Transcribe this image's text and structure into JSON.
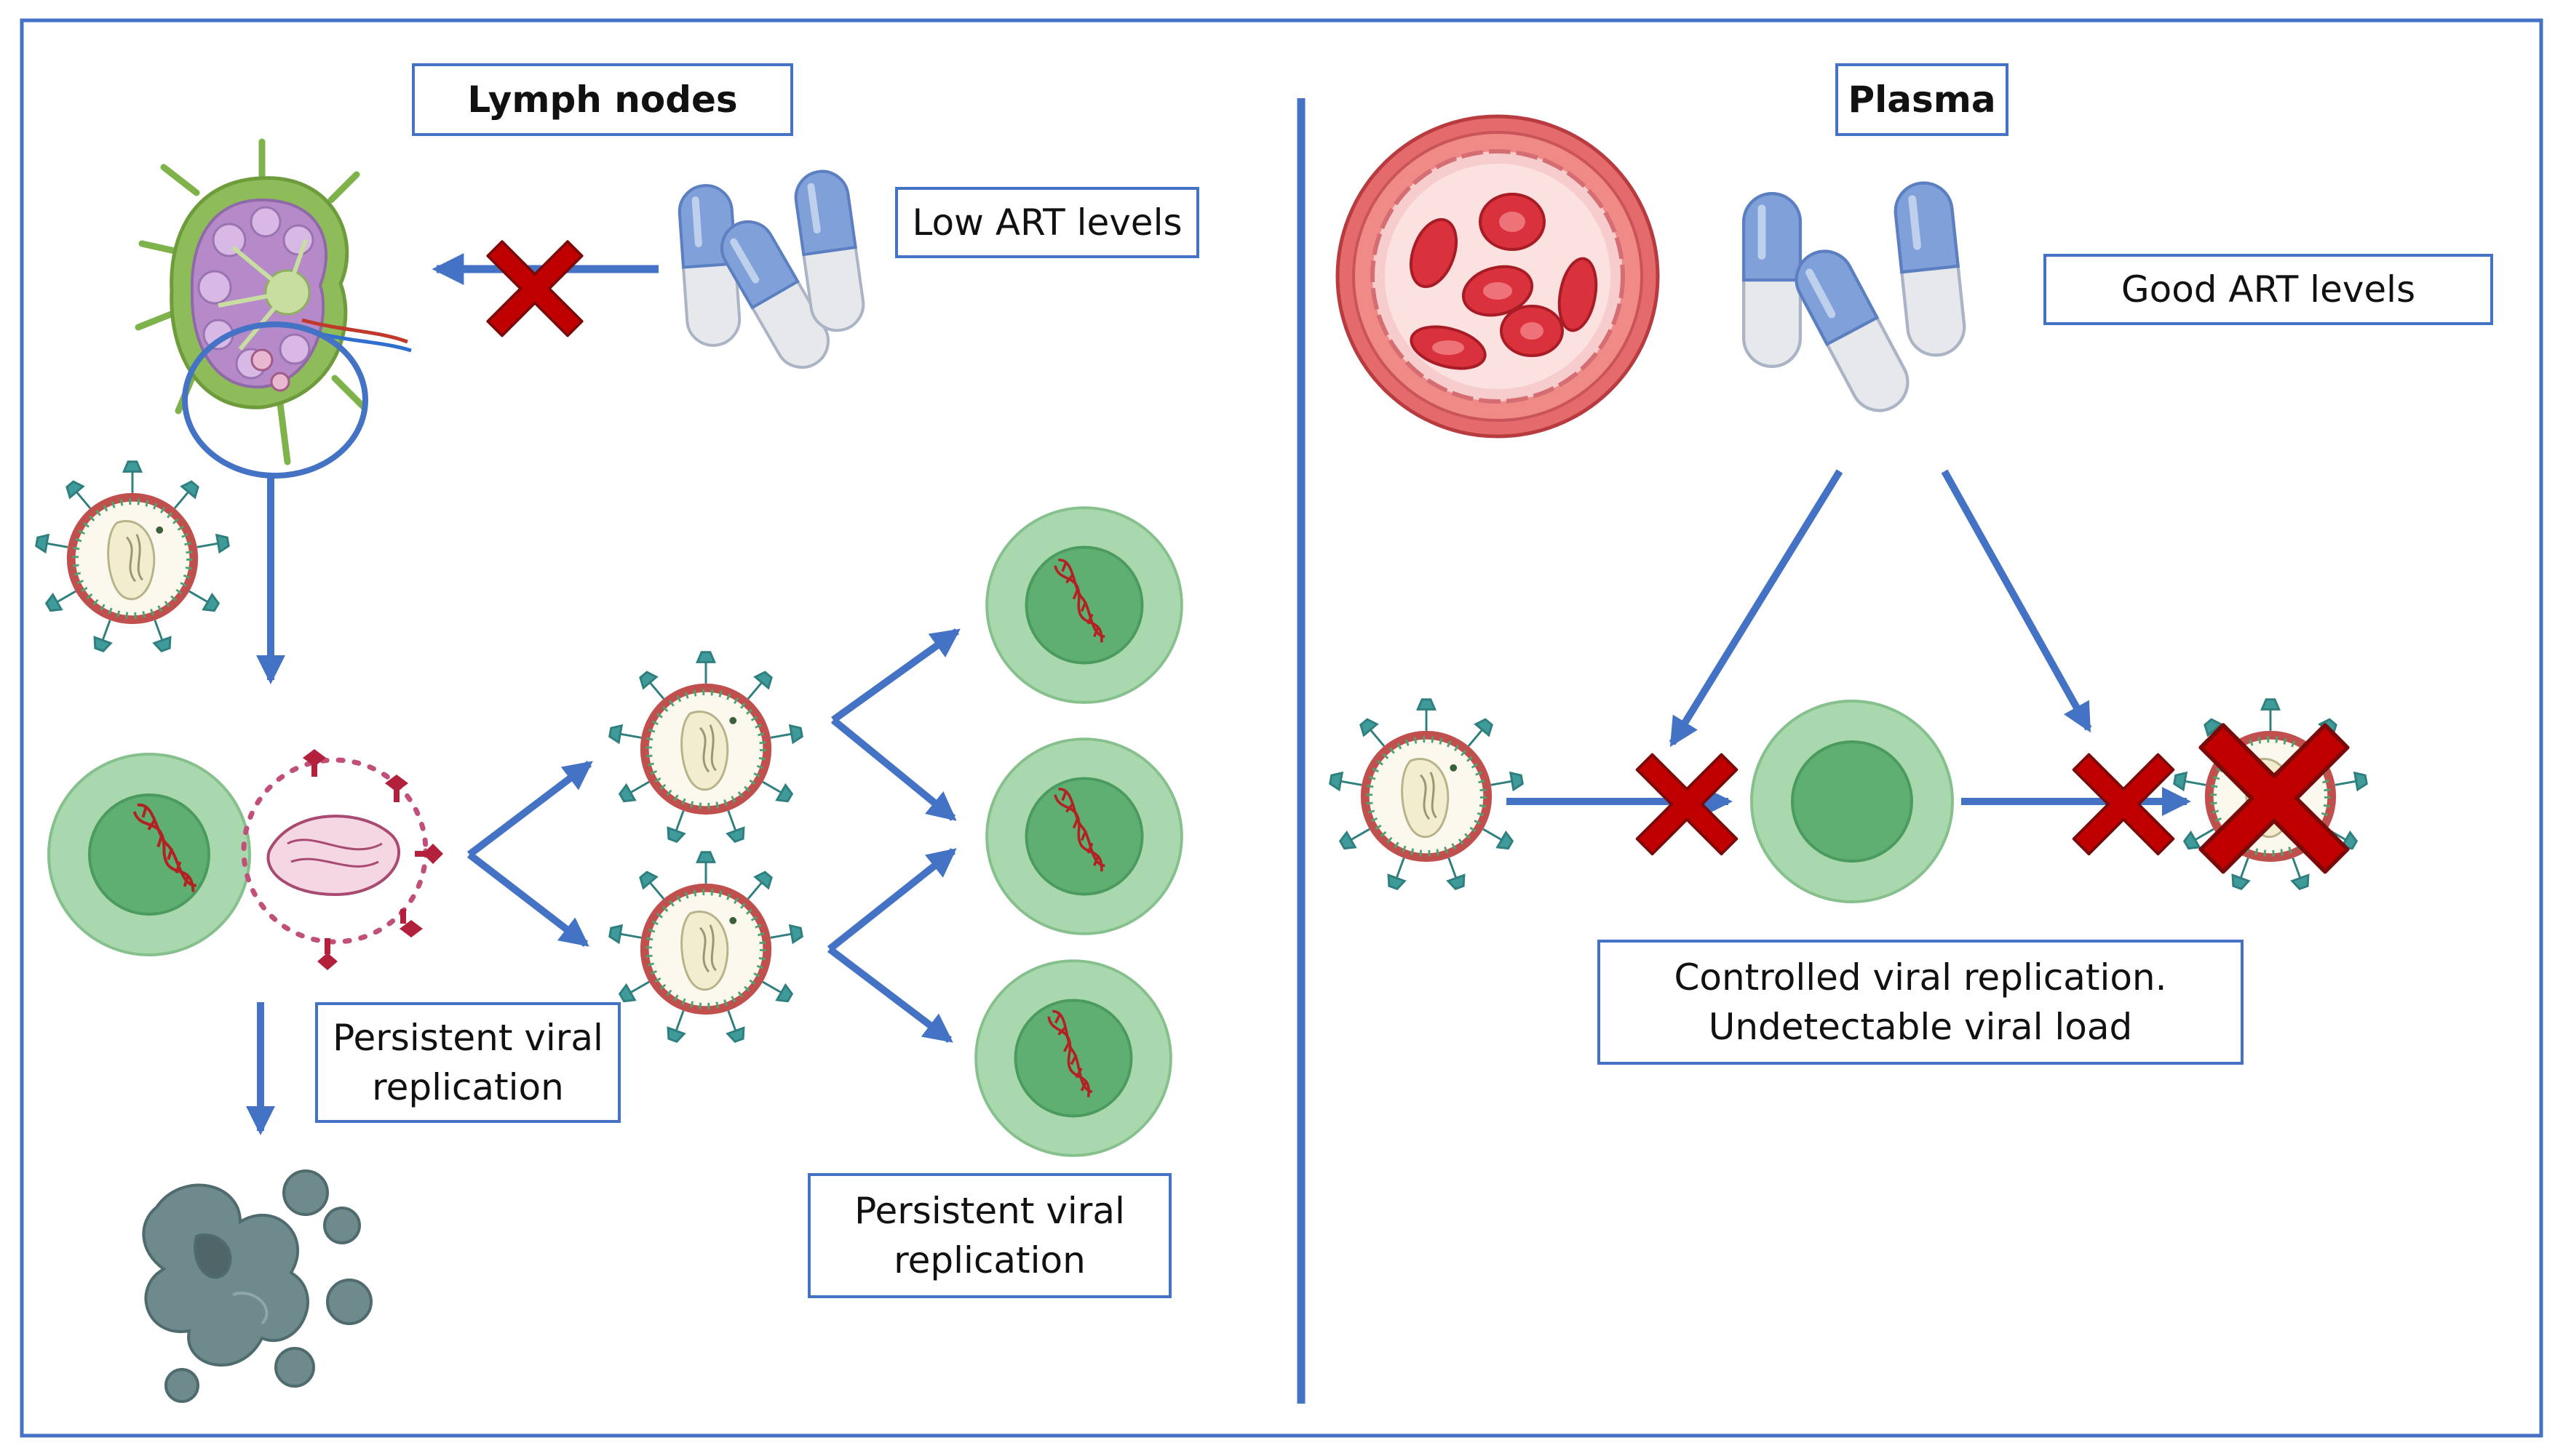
{
  "left_panel": {
    "title": "Lymph nodes",
    "drug_label": "Low ART levels",
    "replication_label_1": "Persistent viral\nreplication",
    "replication_label_2": "Persistent viral\nreplication"
  },
  "right_panel": {
    "title": "Plasma",
    "drug_label": "Good ART levels",
    "outcome_label": "Controlled viral replication.\nUndetectable viral load"
  },
  "colors": {
    "frame": "#4472c4",
    "arrow": "#4472c4",
    "block_cross": "#c00000",
    "cell_outer": "#a9d8ae",
    "cell_nucleus": "#5fae72",
    "virus_envelope": "#c0504d",
    "dna": "#b22222",
    "lymph_node": "#8fbc5a",
    "red_blood_cell": "#d9323c",
    "pill_blue": "#7fa0d8",
    "pill_white": "#e6e8ec",
    "dead_cell": "#6f8a8c"
  }
}
